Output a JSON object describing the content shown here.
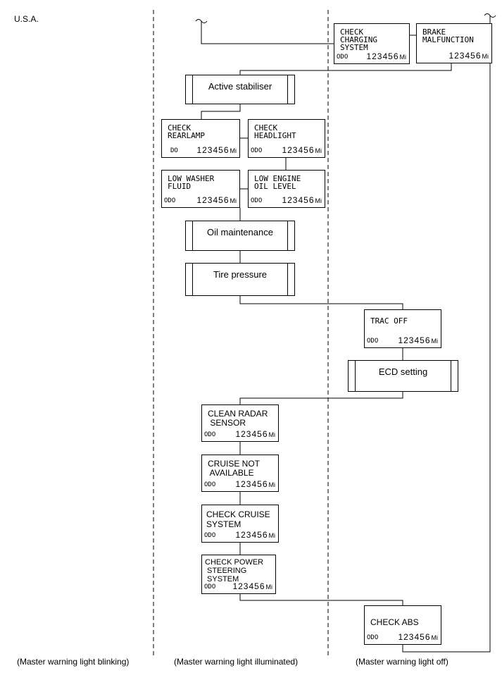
{
  "region_label": "U.S.A.",
  "columns": {
    "blinking": "(Master warning light blinking)",
    "illuminated": "(Master warning light illuminated)",
    "off": "(Master warning light off)"
  },
  "odo_label": "ODO",
  "odo_value": "123456",
  "unit": "Mi",
  "messages": {
    "check_charging": "CHECK\nCHARGING\nSYSTEM",
    "brake_malfunction": "BRAKE\nMALFUNCTION",
    "check_rearlamp": "CHECK\nREARLAMP",
    "check_rearlamp_odo": "DO",
    "check_headlight": "CHECK\nHEADLIGHT",
    "low_washer": "LOW WASHER\nFLUID",
    "low_engine_oil": "LOW ENGINE\nOIL LEVEL",
    "trac_off": "TRAC OFF",
    "clean_radar": "CLEAN RADAR\n SENSOR",
    "cruise_not_available": "CRUISE NOT\n AVAILABLE",
    "check_cruise": "CHECK CRUISE\nSYSTEM",
    "check_power_steering": "CHECK POWER\n STEERING\n SYSTEM",
    "check_abs": "CHECK ABS"
  },
  "menus": {
    "active_stabiliser": "Active stabiliser",
    "oil_maintenance": "Oil maintenance",
    "tire_pressure": "Tire pressure",
    "ecd_setting": "ECD setting"
  }
}
